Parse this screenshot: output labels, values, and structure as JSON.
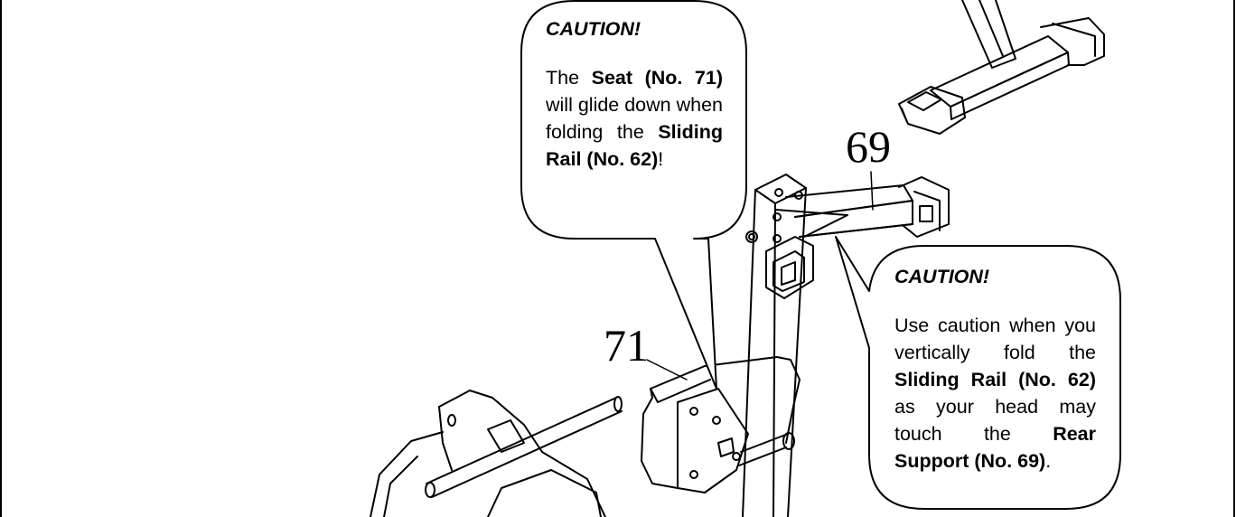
{
  "caution_1": {
    "title": "CAUTION!",
    "t1": "The ",
    "b1": "Seat (No. 71)",
    "t2": " will glide down when folding the ",
    "b2": "Sliding Rail (No. 62)",
    "t3": "!"
  },
  "caution_2": {
    "title": "CAUTION!",
    "t1": "Use caution when you vertically fold the ",
    "b1": "Sliding Rail (No. 62)",
    "t2": " as your head may touch the ",
    "b2": "Rear Support (No. 69)",
    "t3": "."
  },
  "part_labels": {
    "rear_support": "69",
    "seat": "71"
  }
}
